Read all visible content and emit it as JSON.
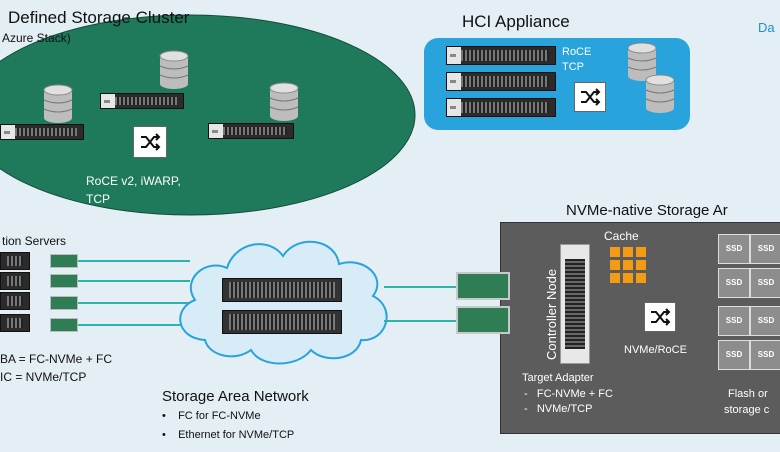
{
  "cluster": {
    "title": "Defined Storage Cluster",
    "subtitle": "Azure Stack)",
    "protocols": [
      "RoCE v2, iWARP,",
      "TCP"
    ]
  },
  "hci": {
    "title": "HCI Appliance",
    "protocols": [
      "RoCE",
      "TCP"
    ]
  },
  "corner_label": "Da",
  "servers": {
    "title": "tion Servers",
    "legend": [
      "BA = FC-NVMe + FC",
      "IC = NVMe/TCP"
    ]
  },
  "san": {
    "title": "Storage Area Network",
    "bullets": [
      "FC for FC-NVMe",
      "Ethernet for NVMe/TCP"
    ]
  },
  "array": {
    "title": "NVMe-native Storage Ar",
    "controller": "Controller Node",
    "cache": "Cache",
    "switch_label": "NVMe/RoCE",
    "target_title": "Target Adapter",
    "target_items": [
      "FC-NVMe + FC",
      "NVMe/TCP"
    ],
    "flash": [
      "Flash or",
      "storage c"
    ],
    "ssd_label": "SSD"
  },
  "colors": {
    "cluster": "#1f7a5c",
    "hci": "#29a3dc",
    "array": "#5c5c5c",
    "cache": "#f29b13",
    "links": "#2bb5a8"
  }
}
